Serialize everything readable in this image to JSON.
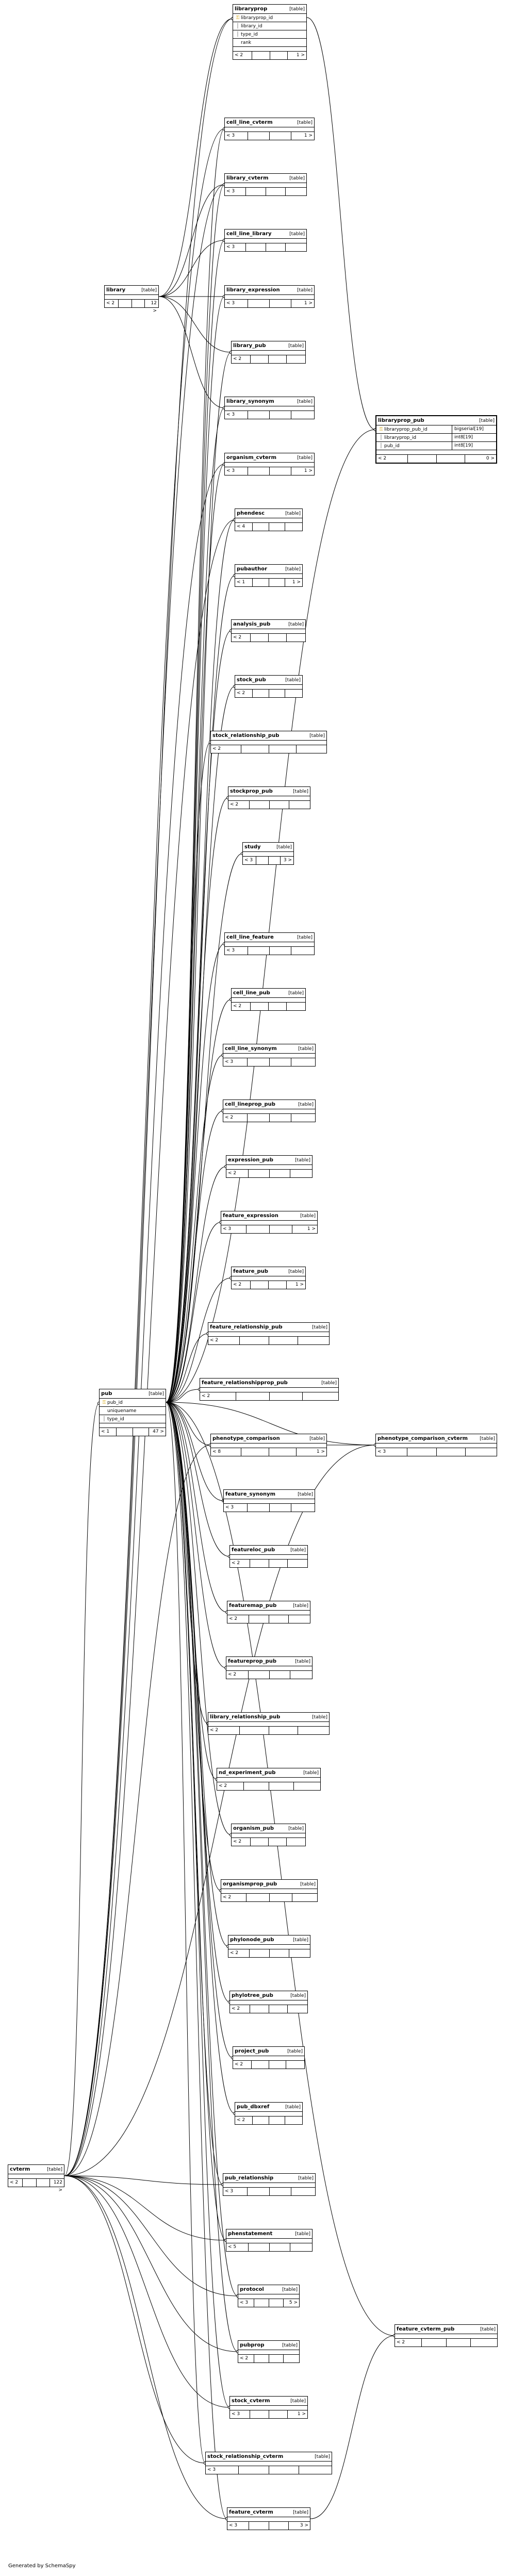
{
  "labels": {
    "table": "[table]"
  },
  "credit": "Generated by SchemaSpy",
  "tables": {
    "libraryprop": {
      "name": "libraryprop",
      "type": "[table]",
      "columns": [
        {
          "icon": "key-icon",
          "name": "libraryprop_id"
        },
        {
          "icon": "fk-icon",
          "name": "library_id"
        },
        {
          "icon": "fk-icon",
          "name": "type_id"
        },
        {
          "icon": "",
          "name": "rank"
        }
      ],
      "parents": "< 2",
      "children": "1 >"
    },
    "cell_line_cvterm": {
      "name": "cell_line_cvterm",
      "type": "[table]",
      "parents": "< 3",
      "children": "1 >"
    },
    "library_cvterm": {
      "name": "library_cvterm",
      "type": "[table]",
      "parents": "< 3",
      "children": ""
    },
    "cell_line_library": {
      "name": "cell_line_library",
      "type": "[table]",
      "parents": "< 3",
      "children": ""
    },
    "library": {
      "name": "library",
      "type": "[table]",
      "parents": "< 2",
      "children": "12 >"
    },
    "library_expression": {
      "name": "library_expression",
      "type": "[table]",
      "parents": "< 3",
      "children": "1 >"
    },
    "library_pub": {
      "name": "library_pub",
      "type": "[table]",
      "parents": "< 2",
      "children": ""
    },
    "library_synonym": {
      "name": "library_synonym",
      "type": "[table]",
      "parents": "< 3",
      "children": ""
    },
    "libraryprop_pub": {
      "name": "libraryprop_pub",
      "type": "[table]",
      "columns": [
        {
          "icon": "key-icon",
          "name": "libraryprop_pub_id",
          "type": "bigserial[19]"
        },
        {
          "icon": "fk-icon",
          "name": "libraryprop_id",
          "type": "int8[19]"
        },
        {
          "icon": "fk-icon",
          "name": "pub_id",
          "type": "int8[19]"
        }
      ],
      "parents": "< 2",
      "children": "0 >"
    },
    "organism_cvterm": {
      "name": "organism_cvterm",
      "type": "[table]",
      "parents": "< 3",
      "children": "1 >"
    },
    "phendesc": {
      "name": "phendesc",
      "type": "[table]",
      "parents": "< 4",
      "children": ""
    },
    "pubauthor": {
      "name": "pubauthor",
      "type": "[table]",
      "parents": "< 1",
      "children": "1 >"
    },
    "analysis_pub": {
      "name": "analysis_pub",
      "type": "[table]",
      "parents": "< 2",
      "children": ""
    },
    "stock_pub": {
      "name": "stock_pub",
      "type": "[table]",
      "parents": "< 2",
      "children": ""
    },
    "stock_relationship_pub": {
      "name": "stock_relationship_pub",
      "type": "[table]",
      "parents": "< 2",
      "children": ""
    },
    "stockprop_pub": {
      "name": "stockprop_pub",
      "type": "[table]",
      "parents": "< 2",
      "children": ""
    },
    "study": {
      "name": "study",
      "type": "[table]",
      "parents": "< 3",
      "children": "3 >"
    },
    "cell_line_feature": {
      "name": "cell_line_feature",
      "type": "[table]",
      "parents": "< 3",
      "children": ""
    },
    "cell_line_pub": {
      "name": "cell_line_pub",
      "type": "[table]",
      "parents": "< 2",
      "children": ""
    },
    "cell_line_synonym": {
      "name": "cell_line_synonym",
      "type": "[table]",
      "parents": "< 3",
      "children": ""
    },
    "cell_lineprop_pub": {
      "name": "cell_lineprop_pub",
      "type": "[table]",
      "parents": "< 2",
      "children": ""
    },
    "expression_pub": {
      "name": "expression_pub",
      "type": "[table]",
      "parents": "< 2",
      "children": ""
    },
    "feature_expression": {
      "name": "feature_expression",
      "type": "[table]",
      "parents": "< 3",
      "children": "1 >"
    },
    "feature_pub": {
      "name": "feature_pub",
      "type": "[table]",
      "parents": "< 2",
      "children": "1 >"
    },
    "feature_relationship_pub": {
      "name": "feature_relationship_pub",
      "type": "[table]",
      "parents": "< 2",
      "children": ""
    },
    "pub": {
      "name": "pub",
      "type": "[table]",
      "columns": [
        {
          "icon": "key-icon",
          "name": "pub_id"
        },
        {
          "icon": "",
          "name": "uniquename"
        },
        {
          "icon": "fk-icon",
          "name": "type_id"
        }
      ],
      "parents": "< 1",
      "children": "47 >"
    },
    "feature_relationshipprop_pub": {
      "name": "feature_relationshipprop_pub",
      "type": "[table]",
      "parents": "< 2",
      "children": ""
    },
    "phenotype_comparison": {
      "name": "phenotype_comparison",
      "type": "[table]",
      "parents": "< 8",
      "children": "1 >"
    },
    "phenotype_comparison_cvterm": {
      "name": "phenotype_comparison_cvterm",
      "type": "[table]",
      "parents": "< 3",
      "children": ""
    },
    "feature_synonym": {
      "name": "feature_synonym",
      "type": "[table]",
      "parents": "< 3",
      "children": ""
    },
    "featureloc_pub": {
      "name": "featureloc_pub",
      "type": "[table]",
      "parents": "< 2",
      "children": ""
    },
    "featuremap_pub": {
      "name": "featuremap_pub",
      "type": "[table]",
      "parents": "< 2",
      "children": ""
    },
    "featureprop_pub": {
      "name": "featureprop_pub",
      "type": "[table]",
      "parents": "< 2",
      "children": ""
    },
    "library_relationship_pub": {
      "name": "library_relationship_pub",
      "type": "[table]",
      "parents": "< 2",
      "children": ""
    },
    "nd_experiment_pub": {
      "name": "nd_experiment_pub",
      "type": "[table]",
      "parents": "< 2",
      "children": ""
    },
    "organism_pub": {
      "name": "organism_pub",
      "type": "[table]",
      "parents": "< 2",
      "children": ""
    },
    "organismprop_pub": {
      "name": "organismprop_pub",
      "type": "[table]",
      "parents": "< 2",
      "children": ""
    },
    "phylonode_pub": {
      "name": "phylonode_pub",
      "type": "[table]",
      "parents": "< 2",
      "children": ""
    },
    "phylotree_pub": {
      "name": "phylotree_pub",
      "type": "[table]",
      "parents": "< 2",
      "children": ""
    },
    "project_pub": {
      "name": "project_pub",
      "type": "[table]",
      "parents": "< 2",
      "children": ""
    },
    "pub_dbxref": {
      "name": "pub_dbxref",
      "type": "[table]",
      "parents": "< 2",
      "children": ""
    },
    "cvterm": {
      "name": "cvterm",
      "type": "[table]",
      "parents": "< 2",
      "children": "122 >"
    },
    "pub_relationship": {
      "name": "pub_relationship",
      "type": "[table]",
      "parents": "< 3",
      "children": ""
    },
    "phenstatement": {
      "name": "phenstatement",
      "type": "[table]",
      "parents": "< 5",
      "children": ""
    },
    "protocol": {
      "name": "protocol",
      "type": "[table]",
      "parents": "< 3",
      "children": "5 >"
    },
    "pubprop": {
      "name": "pubprop",
      "type": "[table]",
      "parents": "< 2",
      "children": ""
    },
    "feature_cvterm_pub": {
      "name": "feature_cvterm_pub",
      "type": "[table]",
      "parents": "< 2",
      "children": ""
    },
    "stock_cvterm": {
      "name": "stock_cvterm",
      "type": "[table]",
      "parents": "< 3",
      "children": "1 >"
    },
    "stock_relationship_cvterm": {
      "name": "stock_relationship_cvterm",
      "type": "[table]",
      "parents": "< 3",
      "children": ""
    },
    "feature_cvterm": {
      "name": "feature_cvterm",
      "type": "[table]",
      "parents": "< 3",
      "children": "3 >"
    }
  }
}
